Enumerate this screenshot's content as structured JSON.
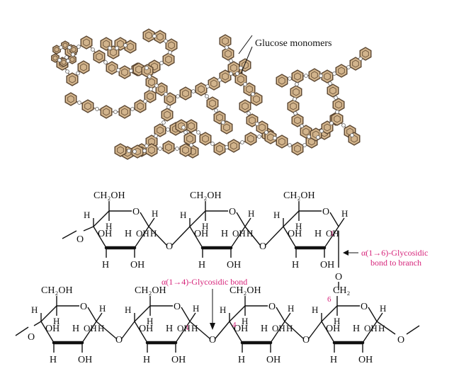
{
  "callout": {
    "label": "Glucose monomers"
  },
  "residue_labels": {
    "ch2oh_1": "CH₂OH",
    "ch2oh_2": "CH₂OH",
    "ch2oh_3": "CH₂OH",
    "ch2oh_4": "CH₂OH",
    "ch2oh_5": "CH₂OH",
    "ch2oh_6": "CH₂OH",
    "ch2_branch": "CH₂",
    "h": "H",
    "oh": "OH",
    "o": "O"
  },
  "annotations": {
    "alpha14": "α(1→4)-Glycosidic bond",
    "alpha16_line1": "α(1→6)-Glycosidic",
    "alpha16_line2": "bond to branch",
    "num_1": "1",
    "num_4": "4",
    "num_6": "6"
  },
  "colors": {
    "monomer_fill": "#d2b48c",
    "monomer_stroke": "#5a4530",
    "annotation": "#d6247a",
    "ink": "#111111"
  }
}
